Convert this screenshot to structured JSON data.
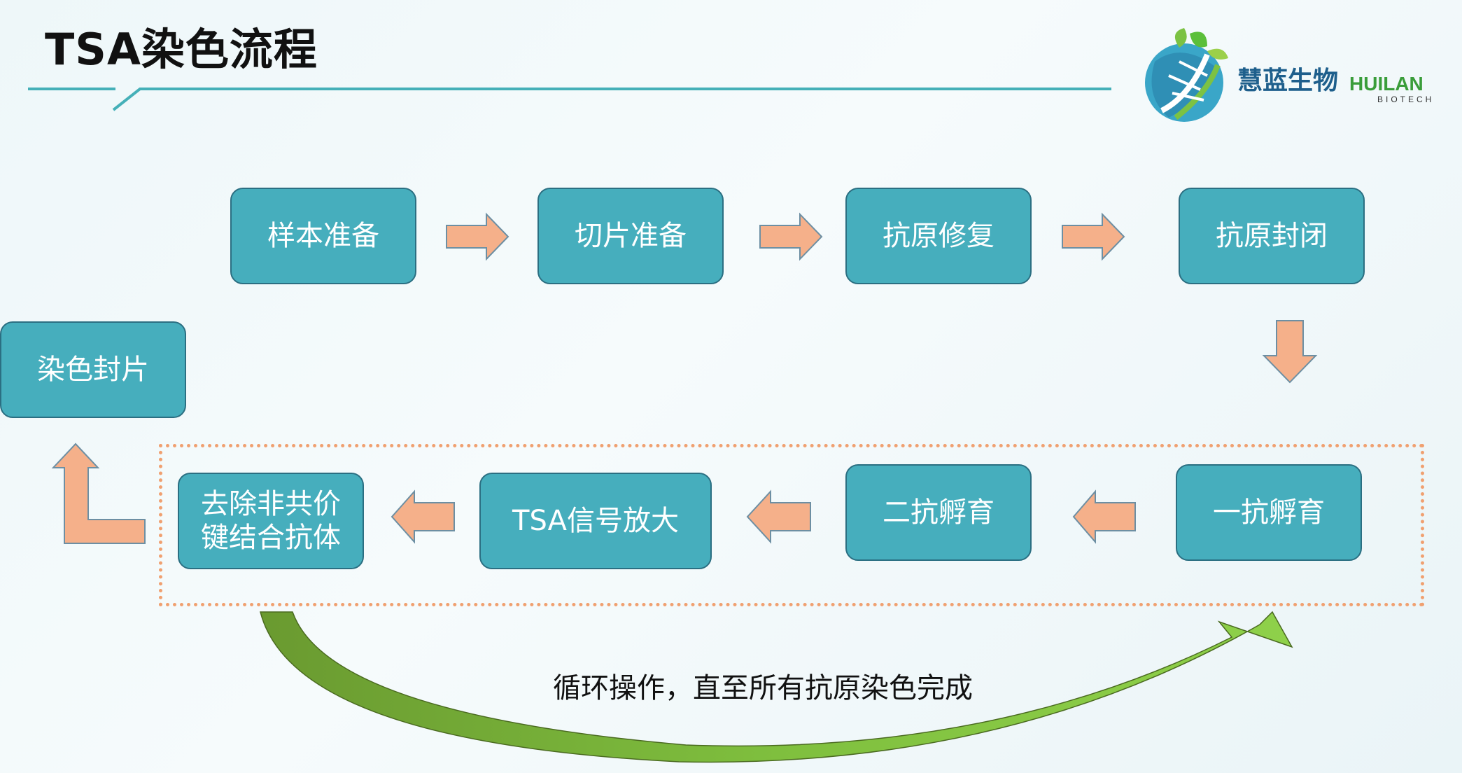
{
  "title": "TSA染色流程",
  "logo": {
    "name_cn": "慧蓝生物",
    "name_en": "HUILAN",
    "sub": "BIOTECH"
  },
  "steps": {
    "row1": [
      "样本准备",
      "切片准备",
      "抗原修复",
      "抗原封闭"
    ],
    "row2": [
      "一抗孵育",
      "二抗孵育",
      "TSA信号放大"
    ],
    "remove_line1": "去除非共价",
    "remove_line2": "键结合抗体",
    "final": "染色封片"
  },
  "loop_text": "循环操作，直至所有抗原染色完成",
  "colors": {
    "box_fill": "#46aebd",
    "box_border": "#2b6f82",
    "arrow_fill": "#f5b08a",
    "arrow_stroke": "#6d8fa3",
    "dashed": "#f0a070",
    "loop_arrow": "#7cc243"
  }
}
